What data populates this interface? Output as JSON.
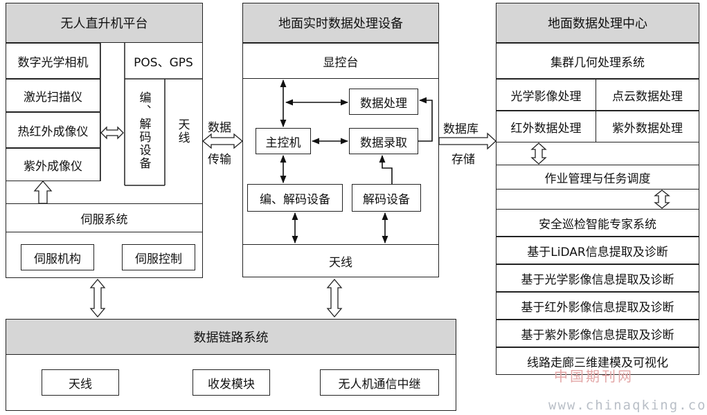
{
  "platform": {
    "title": "无人直升机平台",
    "sensors": [
      "数字光学相机",
      "激光扫描仪",
      "热红外成像仪",
      "紫外成像仪"
    ],
    "pos_gps": "POS、GPS",
    "codec": "编、解码设备",
    "antenna": "天线",
    "servo_system": "伺服系统",
    "servo_mechanism": "伺服机构",
    "servo_control": "伺服控制"
  },
  "data_transfer": {
    "line1": "数据",
    "line2": "传输"
  },
  "ground_realtime": {
    "title": "地面实时数据处理设备",
    "console": "显控台",
    "host": "主控机",
    "data_processing": "数据处理",
    "data_recording": "数据录取",
    "codec": "编、解码设备",
    "decoder": "解码设备",
    "antenna": "天线"
  },
  "database_storage": {
    "line1": "数据库",
    "line2": "存储"
  },
  "center": {
    "title": "地面数据处理中心",
    "cluster": "集群几何处理系统",
    "grid": [
      "光学影像处理",
      "点云数据处理",
      "红外数据处理",
      "紫外数据处理"
    ],
    "job_mgmt": "作业管理与任务调度",
    "expert": "安全巡检智能专家系统",
    "modules": [
      "基于LiDAR信息提取及诊断",
      "基于光学影像信息提取及诊断",
      "基于红外影像信息提取及诊断",
      "基于紫外影像信息提取及诊断",
      "线路走廊三维建模及可视化"
    ]
  },
  "datalink": {
    "title": "数据链路系统",
    "items": [
      "天线",
      "收发模块",
      "无人机通信中继"
    ]
  },
  "watermark": {
    "cn": "中国期刊网",
    "url": "www.chinaqking.com"
  }
}
